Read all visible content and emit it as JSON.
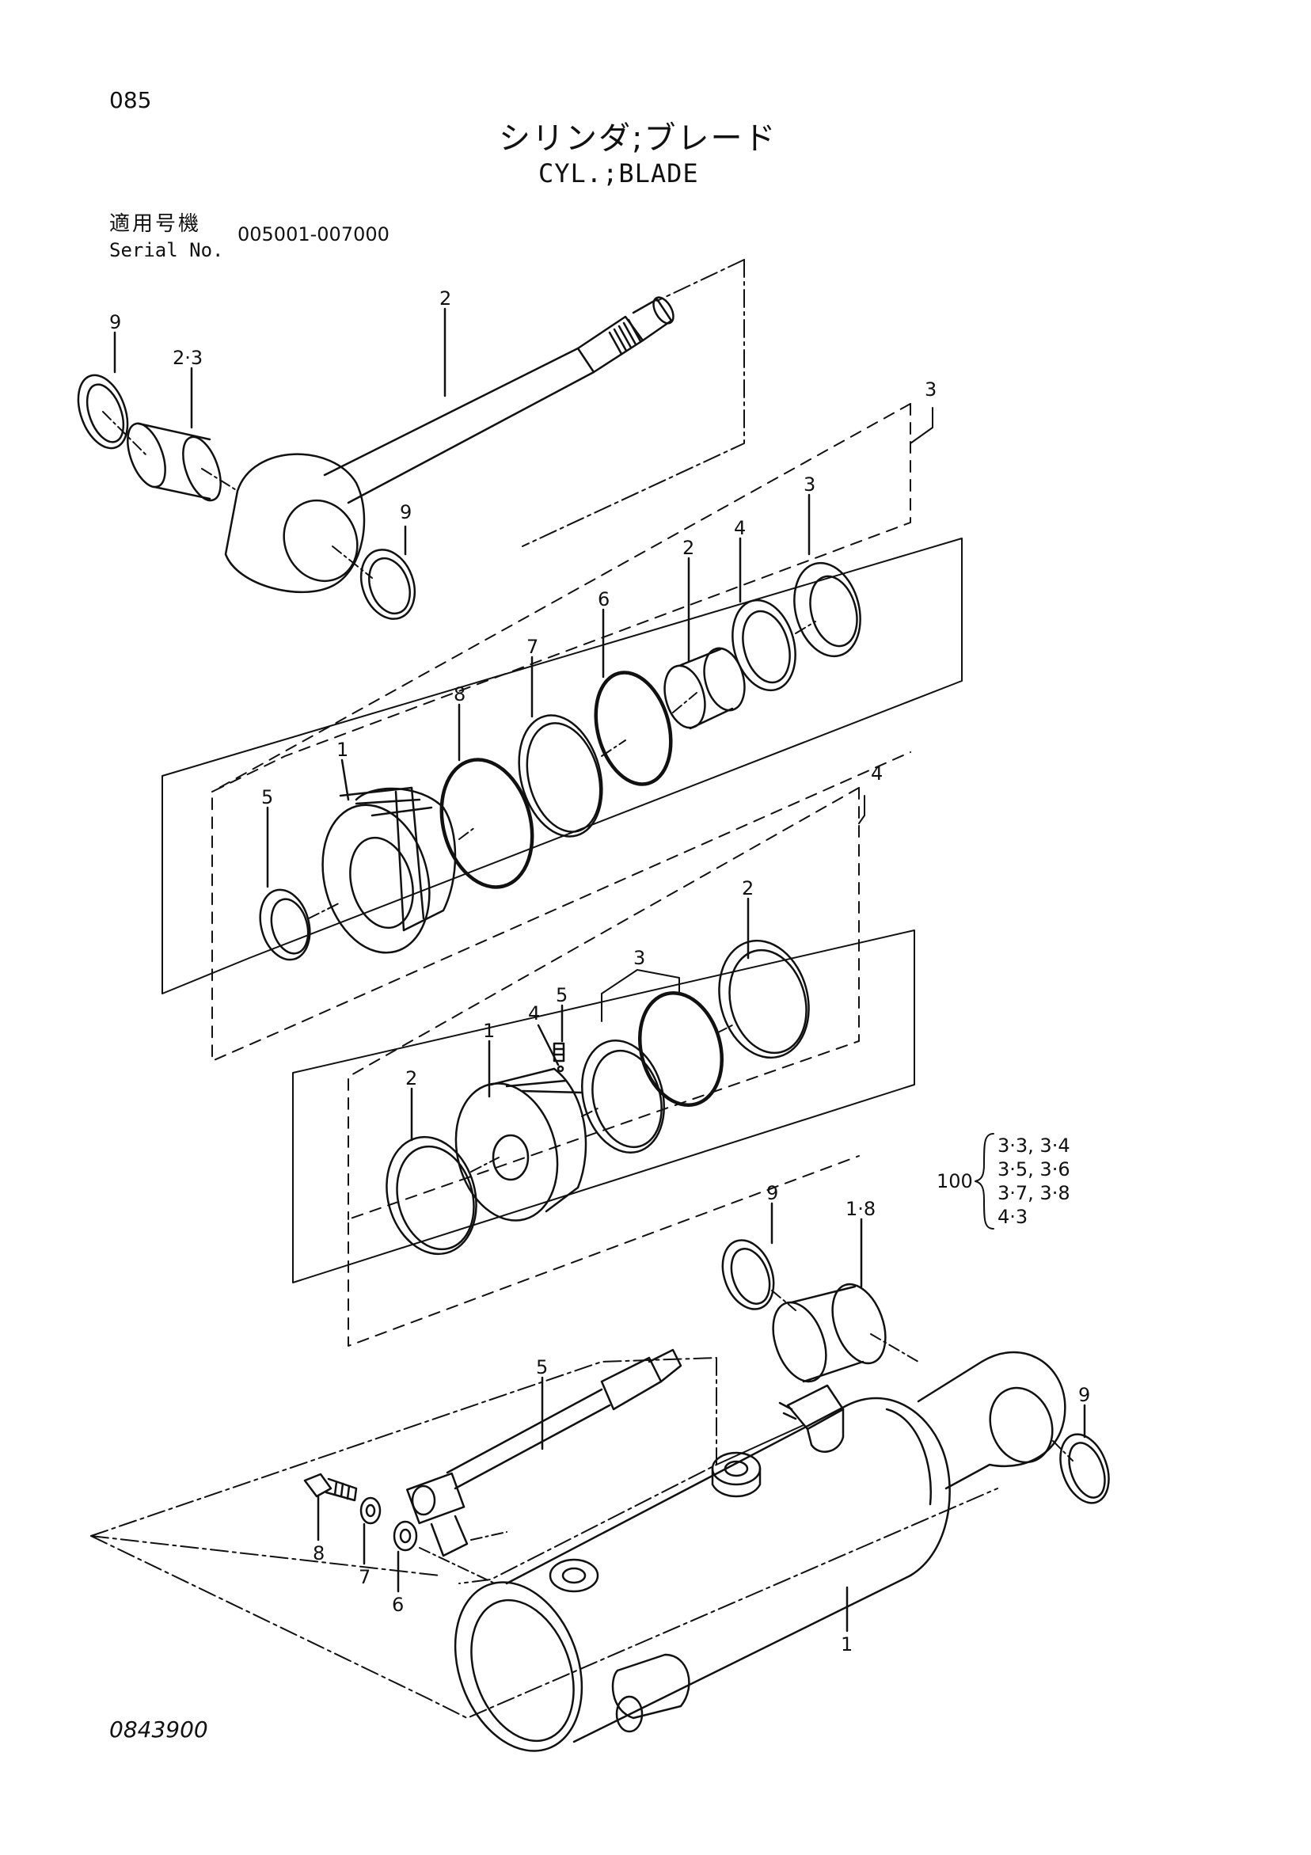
{
  "page_number": "085",
  "title_jp": "シリンダ;ブレード",
  "title_en": "CYL.;BLADE",
  "serial": {
    "label_jp": "適用号機",
    "label_en": "Serial No.",
    "value": "005001-007000"
  },
  "drawing_number": "0843900",
  "callouts": {
    "rod_seal_top": "9",
    "rod_bushing": "2·3",
    "rod": "2",
    "rod_seal_bottom": "9",
    "head_group": "3",
    "head_ring_3": "3",
    "head_ring_4": "4",
    "head_bushing_2": "2",
    "head_oring_6": "6",
    "head_ring_7": "7",
    "head_oring_8": "8",
    "head_1": "1",
    "head_seal_5": "5",
    "piston_group": "4",
    "piston_ring_2_right": "2",
    "piston_seal_3": "3",
    "piston_screw_5": "5",
    "piston_ball_4": "4",
    "piston_1": "1",
    "piston_ring_2_left": "2",
    "tube_seal_9": "9",
    "tube_bushing": "1·8",
    "pipe_5": "5",
    "tube_seal_9_right": "9",
    "bolt_8": "8",
    "washer_7": "7",
    "washer_6": "6",
    "tube_1": "1"
  },
  "kit": {
    "number": "100",
    "items": [
      "3·3, 3·4",
      "3·5, 3·6",
      "3·7, 3·8",
      "4·3"
    ]
  }
}
